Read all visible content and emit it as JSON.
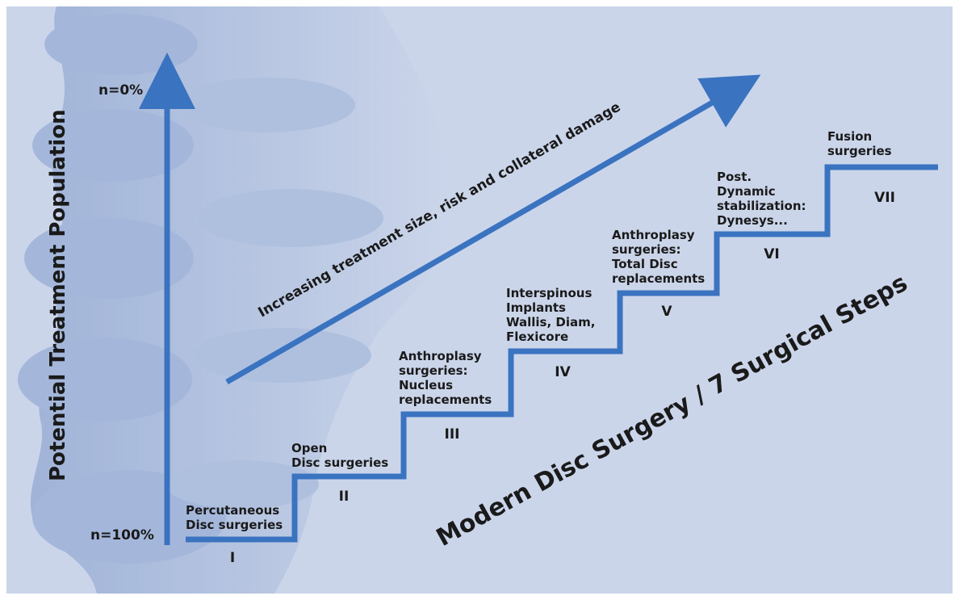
{
  "axis": {
    "label": "Potential Treatment Population",
    "top_marker": "n=0%",
    "bottom_marker": "n=100%"
  },
  "trend": {
    "label": "Increasing treatment size, risk and collateral damage"
  },
  "title": "Modern Disc Surgery / 7 Surgical Steps",
  "steps": [
    {
      "numeral": "I",
      "lines": [
        "Percutaneous",
        "Disc surgeries"
      ]
    },
    {
      "numeral": "II",
      "lines": [
        "Open",
        "Disc surgeries"
      ]
    },
    {
      "numeral": "III",
      "lines": [
        "Anthroplasy",
        "surgeries:",
        "Nucleus",
        "replacements"
      ]
    },
    {
      "numeral": "IV",
      "lines": [
        "Interspinous",
        "Implants",
        "Wallis, Diam,",
        "Flexicore"
      ]
    },
    {
      "numeral": "V",
      "lines": [
        "Anthroplasy",
        "surgeries:",
        "Total Disc",
        "replacements"
      ]
    },
    {
      "numeral": "VI",
      "lines": [
        "Post.",
        "Dynamic",
        "stabilization:",
        "Dynesys..."
      ]
    },
    {
      "numeral": "VII",
      "lines": [
        "Fusion",
        "surgeries"
      ]
    }
  ],
  "colors": {
    "panel": "#cbd5ea",
    "frame": "#ffffff",
    "accent": "#3a73c0",
    "spine": "#8fa6d0",
    "text": "#1a1a1a"
  }
}
